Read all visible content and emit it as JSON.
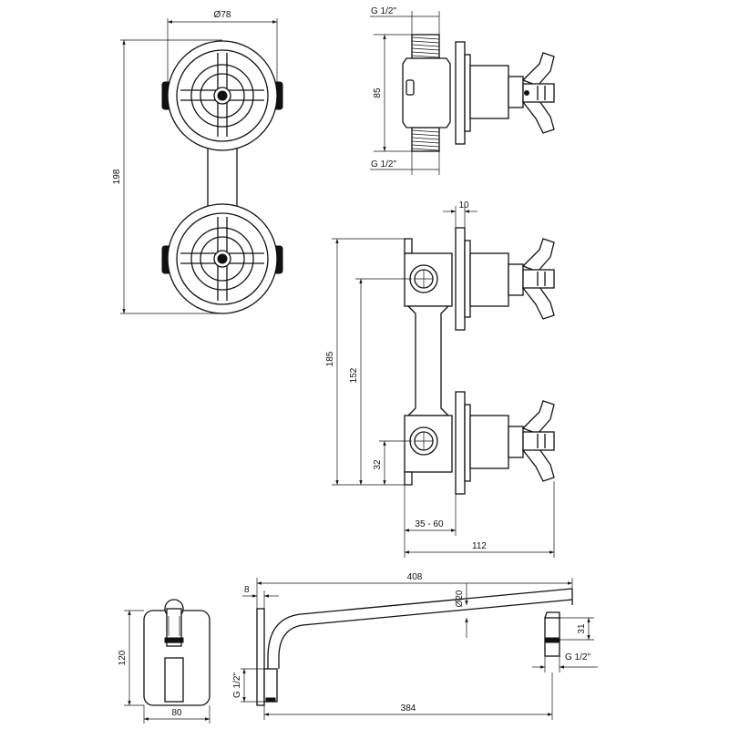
{
  "drawing": {
    "colors": {
      "line": "#111111",
      "background": "#ffffff"
    },
    "front_view": {
      "diameter": "Ø78",
      "height": "198"
    },
    "side_view": {
      "thread_top": "G 1/2\"",
      "thread_bottom": "G 1/2\"",
      "height": "85"
    },
    "section_view": {
      "plate": "10",
      "total_height": "185",
      "axis_distance": "152",
      "lower_offset": "32",
      "depth_range": "35 - 60",
      "projection": "112"
    },
    "arm_front": {
      "height": "120",
      "width": "80"
    },
    "arm_side": {
      "length_total": "408",
      "plate": "8",
      "tube": "Ø20",
      "outlet": "31",
      "thread_outlet": "G 1/2\"",
      "thread_inlet": "G 1/2\"",
      "reach": "384"
    }
  }
}
